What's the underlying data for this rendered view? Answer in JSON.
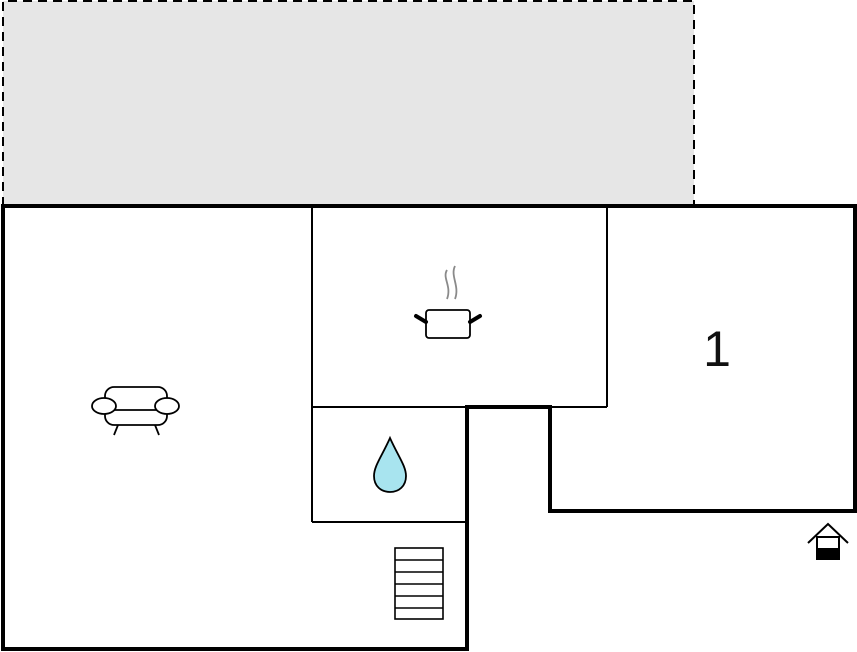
{
  "floorplan": {
    "rooms": [
      {
        "id": "living-room",
        "icon": "sofa-icon"
      },
      {
        "id": "kitchen",
        "icon": "cooking-pot-icon"
      },
      {
        "id": "bathroom",
        "icon": "water-drop-icon"
      },
      {
        "id": "bedroom-1",
        "label": "1"
      },
      {
        "id": "stair-area",
        "icon": "staircase-icon"
      }
    ],
    "terrace": {
      "style": "dashed-outline"
    },
    "entrance": {
      "icon": "entrance-house-icon"
    },
    "colors": {
      "wall": "#000000",
      "terrace_fill": "#e6e6e6",
      "water_drop": "#a8e4ef",
      "steam": "#8a8a8a",
      "background": "#ffffff"
    }
  }
}
